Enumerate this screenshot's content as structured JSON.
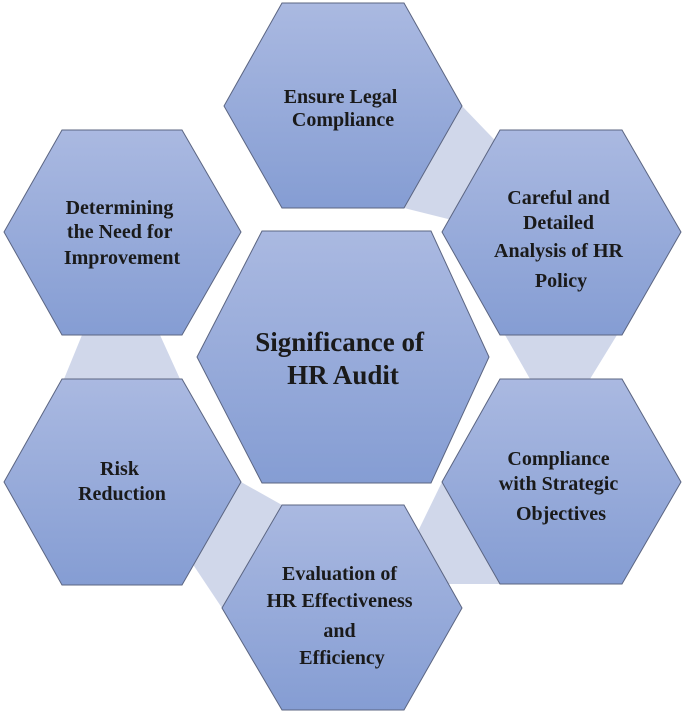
{
  "title": "Significance of HR Audit",
  "colors": {
    "hex_fill_top": "#a9b8e0",
    "hex_fill_bottom": "#879fd3",
    "hex_stroke": "#5b6582",
    "connector": "#d0d7ea",
    "text": "#1a1a1a"
  },
  "center": {
    "lines": [
      "Significance of",
      "HR Audit"
    ]
  },
  "nodes": [
    {
      "id": "top",
      "lines": [
        "Ensure Legal",
        "Compliance"
      ]
    },
    {
      "id": "upper-right",
      "lines": [
        "Careful and",
        "Detailed",
        "Analysis of HR",
        "Policy"
      ]
    },
    {
      "id": "lower-right",
      "lines": [
        "Compliance",
        "with Strategic",
        "Objectives"
      ]
    },
    {
      "id": "bottom",
      "lines": [
        "Evaluation of",
        "HR Effectiveness",
        "and",
        "Efficiency"
      ]
    },
    {
      "id": "lower-left",
      "lines": [
        "Risk",
        "Reduction"
      ]
    },
    {
      "id": "upper-left",
      "lines": [
        "Determining",
        "the Need for",
        "Improvement"
      ]
    }
  ]
}
